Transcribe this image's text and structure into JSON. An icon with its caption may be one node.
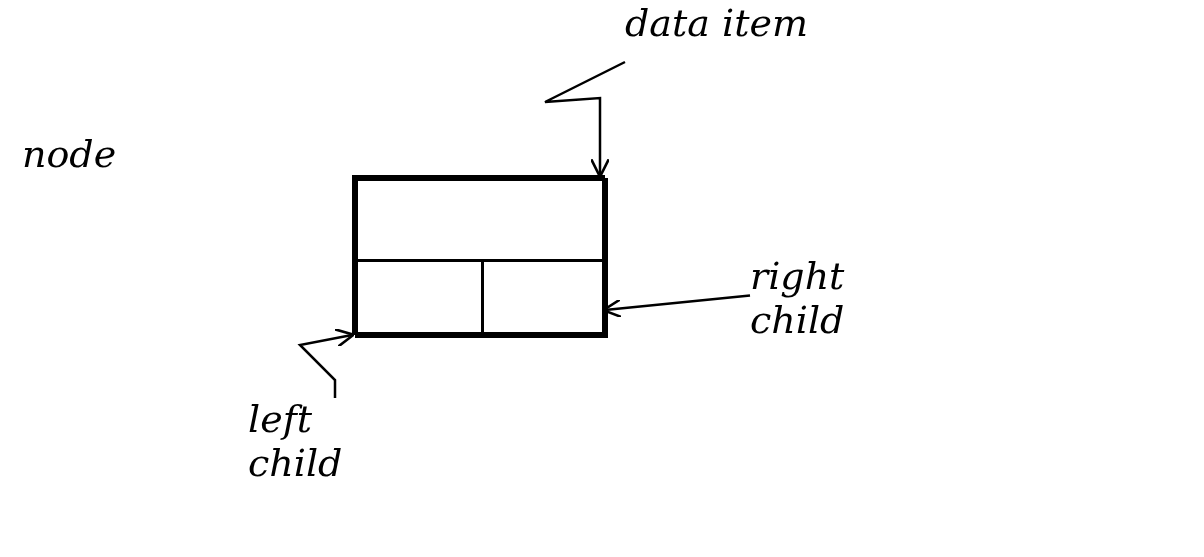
{
  "diagram": {
    "nodes": [
      {
        "text": [],
        "shape": "box"
      },
      {
        "text": [],
        "shape": "box",
        "in": 0
      },
      {
        "text": [],
        "shape": "box",
        "in": 0
      },
      {
        "text": [],
        "shape": "box",
        "in": 0
      },
      {
        "text": [
          "data item"
        ]
      },
      {
        "text": [
          "right child"
        ]
      },
      {
        "text": [
          "left child"
        ]
      }
    ],
    "edges": [
      {
        "from": 4,
        "to": 1,
        "arrow": "to"
      },
      {
        "from": 5,
        "to": 3,
        "arrow": "to"
      },
      {
        "from": 6,
        "to": 2,
        "arrow": "to"
      }
    ],
    "labels": [
      "node"
    ]
  }
}
